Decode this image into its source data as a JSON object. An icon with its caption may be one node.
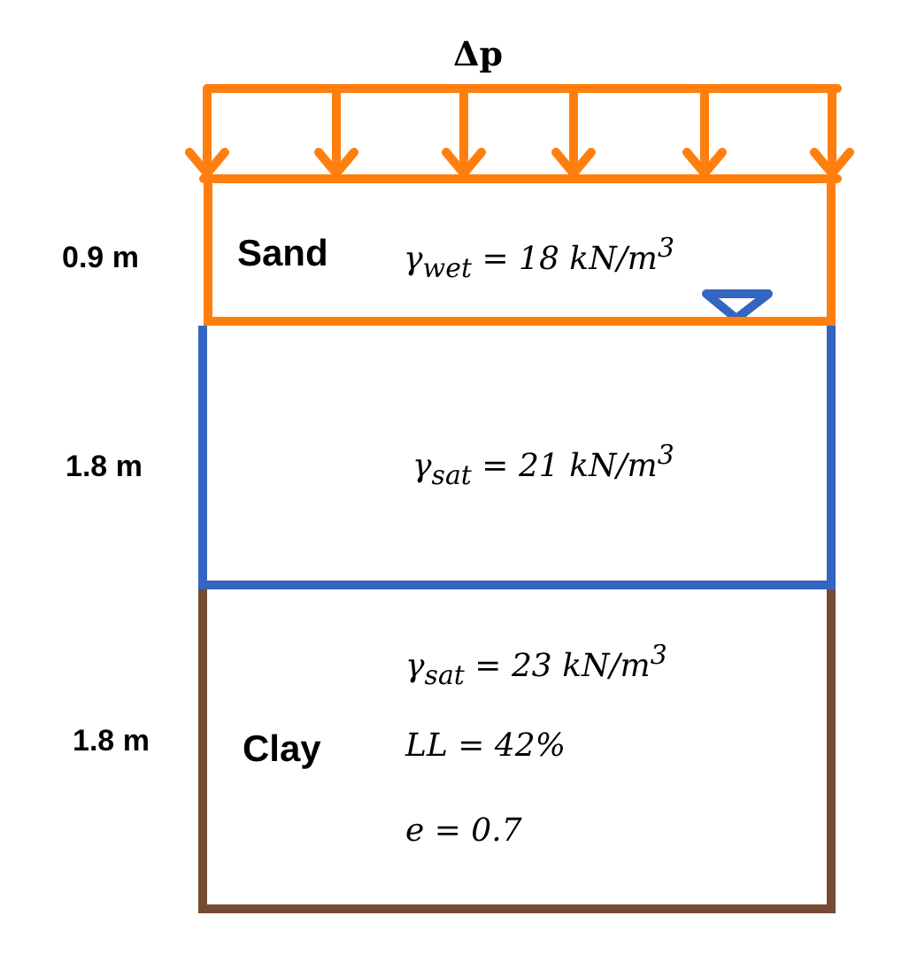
{
  "diagram": {
    "nodes": [
      {
        "text": [
          "Sand",
          "γ$_{wet}$ = 18 kN/m$^{3}$"
        ],
        "beside": [
          "0.9 m"
        ]
      },
      {
        "text": [
          "γ$_{sat}$ = 21 kN/m$^{3}$"
        ],
        "beside": [
          "1.8 m"
        ]
      },
      {
        "text": [
          "Clay",
          "γ$_{sat}$ = 23 kN/m$^{3}$",
          "LL = 42%",
          "e = 0.7"
        ],
        "beside": [
          "1.8 m"
        ]
      }
    ],
    "edges": [],
    "labels": [
      "Δp"
    ]
  }
}
